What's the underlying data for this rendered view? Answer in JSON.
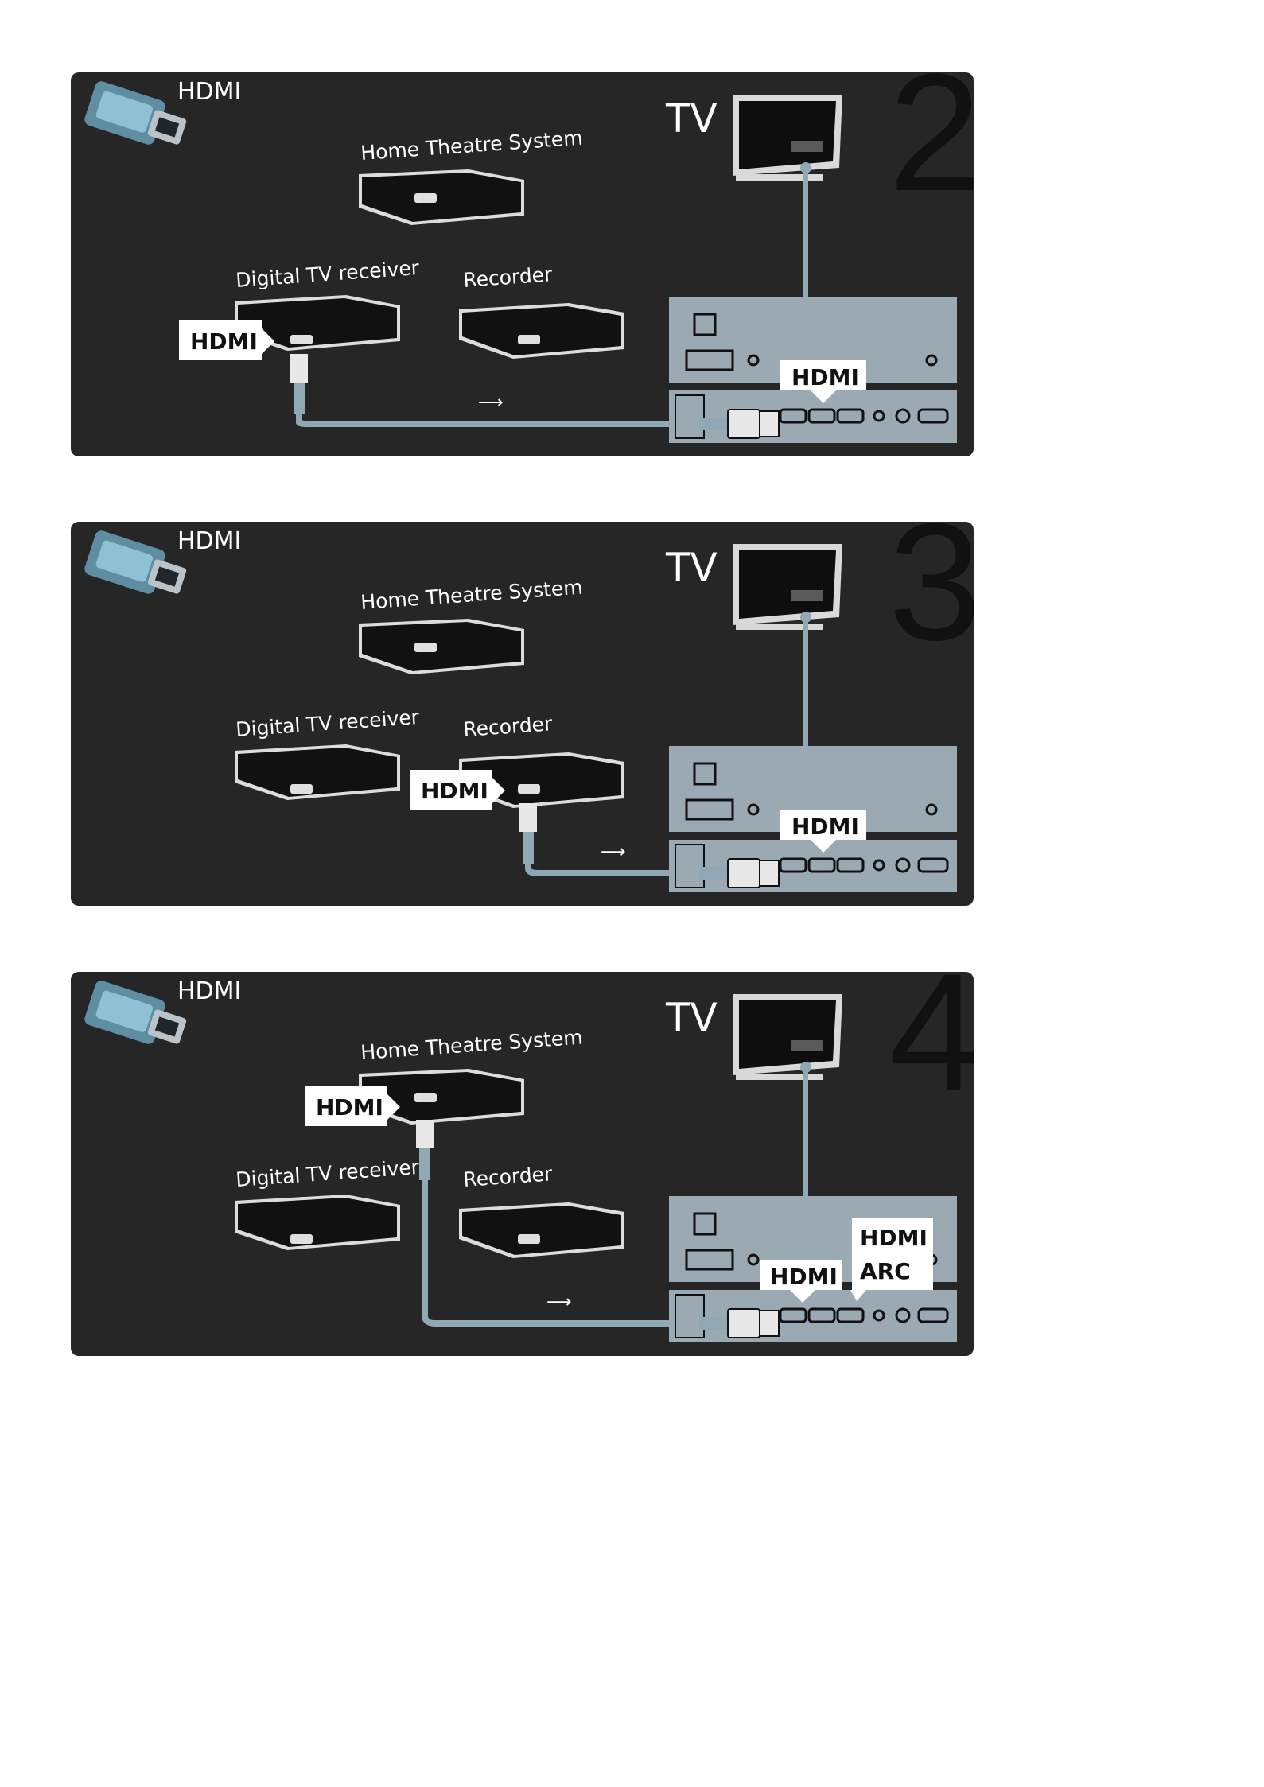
{
  "colors": {
    "panel_background": "#262626",
    "device_body": "#111111",
    "tv_back_panel": "#9aa9b2",
    "cable": "#8fa8b4",
    "label_white": "#ffffff"
  },
  "panels": [
    {
      "step": "2",
      "cable_label": "HDMI",
      "tv_label": "TV",
      "devices": {
        "home_theatre": "Home Theatre System",
        "digital_tv_receiver": "Digital TV receiver",
        "recorder": "Recorder"
      },
      "source_tag": "HDMI",
      "tv_port_tag": "HDMI"
    },
    {
      "step": "3",
      "cable_label": "HDMI",
      "tv_label": "TV",
      "devices": {
        "home_theatre": "Home Theatre System",
        "digital_tv_receiver": "Digital TV receiver",
        "recorder": "Recorder"
      },
      "source_tag": "HDMI",
      "tv_port_tag": "HDMI"
    },
    {
      "step": "4",
      "cable_label": "HDMI",
      "tv_label": "TV",
      "devices": {
        "home_theatre": "Home Theatre System",
        "digital_tv_receiver": "Digital TV receiver",
        "recorder": "Recorder"
      },
      "source_tag": "HDMI",
      "tv_port_tag": "HDMI",
      "arc_tag_line1": "HDMI",
      "arc_tag_line2": "ARC"
    }
  ]
}
